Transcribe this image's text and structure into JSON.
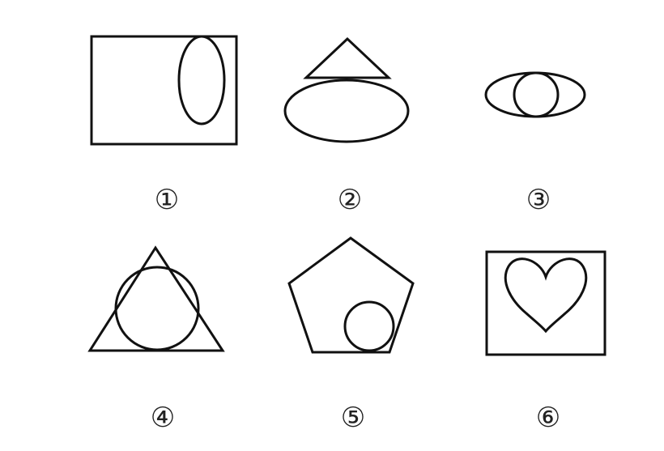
{
  "figures": [
    {
      "label": "①",
      "description_icon": "rectangle-with-vertical-ellipse-icon"
    },
    {
      "label": "②",
      "description_icon": "triangle-above-ellipse-icon"
    },
    {
      "label": "③",
      "description_icon": "ellipse-with-inner-circle-icon"
    },
    {
      "label": "④",
      "description_icon": "triangle-with-circle-icon"
    },
    {
      "label": "⑤",
      "description_icon": "pentagon-with-circle-icon"
    },
    {
      "label": "⑥",
      "description_icon": "rectangle-with-heart-icon"
    }
  ],
  "colors": {
    "stroke": "#111111",
    "label": "#222222",
    "background": "#ffffff"
  }
}
